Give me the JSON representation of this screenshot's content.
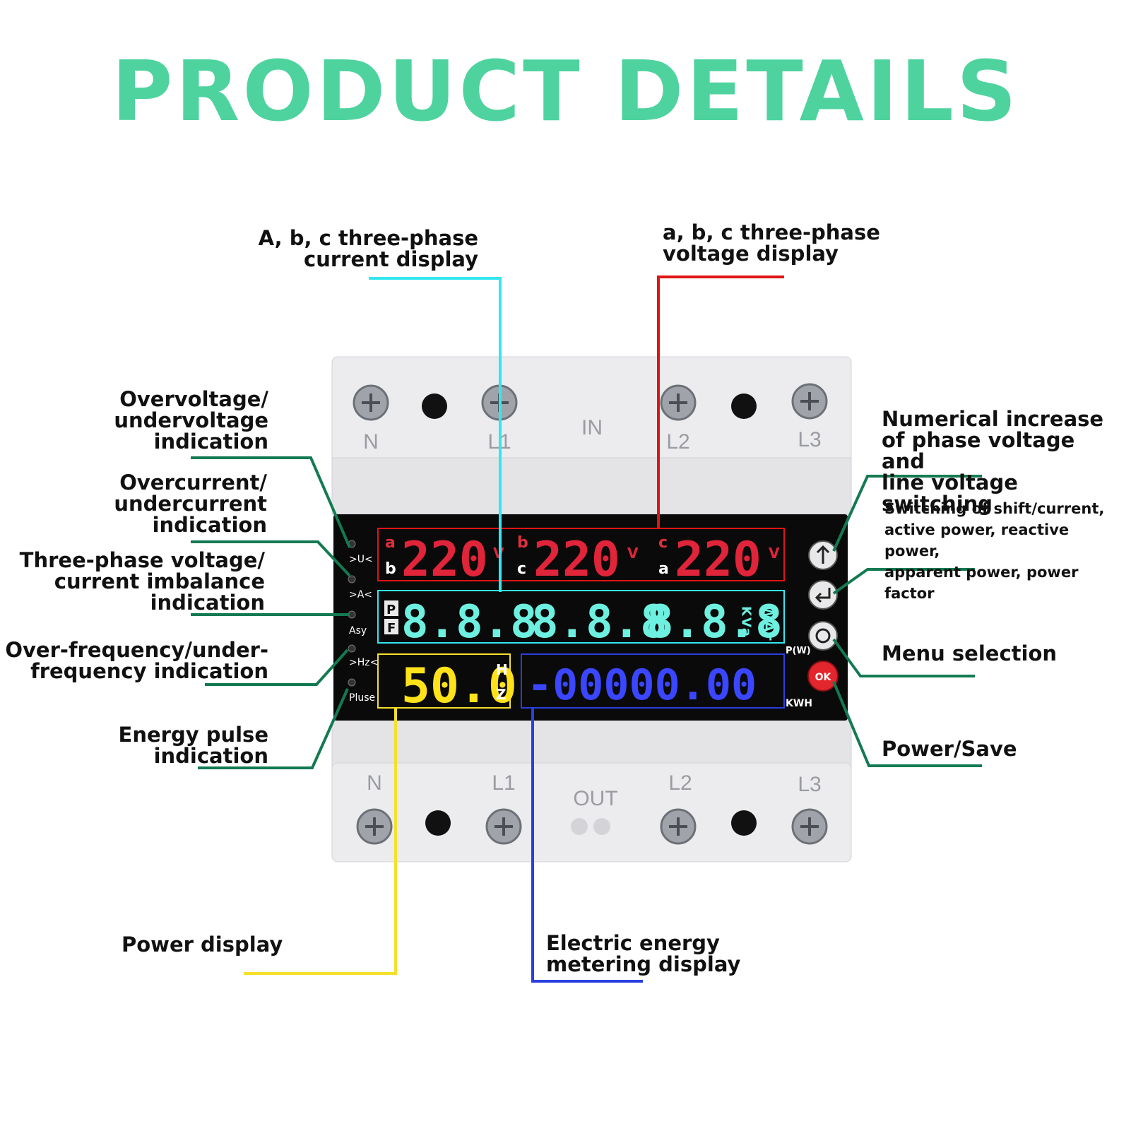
{
  "title": "PRODUCT DETAILS",
  "colors": {
    "title": "#4ed39f",
    "current_line": "#35e6f0",
    "voltage_line": "#e11414",
    "indicator_line": "#137a52",
    "power_line": "#f5e02a",
    "energy_line": "#2a3fe0"
  },
  "labels": {
    "current_display": "A, b, c three-phase\ncurrent display",
    "voltage_display": "a, b, c three-phase\nvoltage display",
    "overvoltage": "Overvoltage/\nundervoltage\nindication",
    "overcurrent": "Overcurrent/\nundercurrent\nindication",
    "imbalance": "Three-phase voltage/\ncurrent imbalance\nindication",
    "frequency": "Over-frequency/under-\nfrequency indication",
    "energy_pulse": "Energy pulse\nindication",
    "numerical_increase": "Numerical increase\nof phase voltage and\nline voltage switching",
    "switching": "Switching of shift/current,\nactive power, reactive power,\napparent power, power factor",
    "menu": "Menu selection",
    "power_save": "Power/Save",
    "power_display": "Power display",
    "energy_display": "Electric energy\nmetering display"
  },
  "device": {
    "top_terminals": [
      "N",
      "L1",
      "IN",
      "L2",
      "L3"
    ],
    "bottom_terminals": [
      "N",
      "L1",
      "OUT",
      "L2",
      "L3"
    ],
    "indicators": [
      ">U<",
      ">A<",
      "Asy",
      ">Hz<",
      "Pluse"
    ],
    "voltage_row": [
      {
        "top": "a",
        "bottom": "b",
        "value": "220",
        "unit": "V"
      },
      {
        "top": "b",
        "bottom": "c",
        "value": "220",
        "unit": "V"
      },
      {
        "top": "c",
        "bottom": "a",
        "value": "220",
        "unit": "V"
      }
    ],
    "current_row": {
      "prefix_top": "P",
      "prefix_bottom": "F",
      "values": [
        "8.8.8",
        "8.8.8",
        "8.8.8"
      ],
      "unit_col1": "KVa",
      "unit_col2": "WAr"
    },
    "frequency": {
      "value": "50.0",
      "unit_top": "H",
      "unit_bottom": "Z"
    },
    "energy": {
      "value": "-00000.00",
      "unit_top": "P(W)",
      "unit_bottom": "KWH"
    },
    "button_ok": "OK"
  }
}
